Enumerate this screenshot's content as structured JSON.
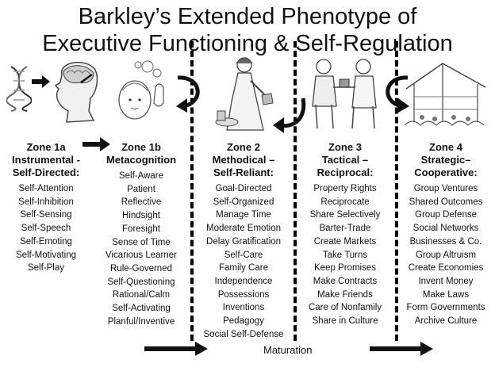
{
  "title": {
    "line1": "Barkley’s Extended Phenotype of",
    "line2": "Executive Functioning & Self-Regulation"
  },
  "zones": [
    {
      "heading": [
        "Zone 1a",
        "Instrumental -",
        "Self-Directed:"
      ],
      "items": [
        "Self-Attention",
        "Self-Inhibition",
        "Self-Sensing",
        "Self-Speech",
        "Self-Emoting",
        "Self-Motivating",
        "Self-Play"
      ]
    },
    {
      "heading": [
        "Zone 1b",
        "Metacognition"
      ],
      "items": [
        "Self-Aware",
        "Patient",
        "Reflective",
        "Hindsight",
        "Foresight",
        "Sense of Time",
        "Vicarious Learner",
        "Rule-Governed",
        "Self-Questioning",
        "Rational/Calm",
        "Self-Activating",
        "Planful/Inventive"
      ]
    },
    {
      "heading": [
        "Zone 2",
        "Methodical –",
        "Self-Reliant:"
      ],
      "items": [
        "Goal-Directed",
        "Self-Organized",
        "Manage Time",
        "Moderate Emotion",
        "Delay Gratification",
        "Self-Care",
        "Family Care",
        "Independence",
        "Possessions",
        "Inventions",
        "Pedagogy",
        "Social Self-Defense"
      ]
    },
    {
      "heading": [
        "Zone 3",
        "Tactical –",
        "Reciprocal:"
      ],
      "items": [
        "Property Rights",
        "Reciprocate",
        "Share Selectively",
        "Barter-Trade",
        "Create Markets",
        "Take Turns",
        "Keep Promises",
        "Make Contracts",
        "Make Friends",
        "Care of Nonfamily",
        "Share in Culture"
      ]
    },
    {
      "heading": [
        "Zone 4",
        "Strategic–",
        "Cooperative:"
      ],
      "items": [
        "Group Ventures",
        "Shared Outcomes",
        "Group Defense",
        "Social Networks",
        "Businesses & Co.",
        "Group Altruism",
        "Create Economies",
        "Invent Money",
        "Make Laws",
        "Form Governments",
        "Archive Culture"
      ]
    }
  ],
  "bottom_label": "Maturation",
  "illustrations": [
    "dna-helix",
    "brain-head",
    "thinking-child",
    "woman-pouring",
    "two-men-trading",
    "village-structure"
  ]
}
